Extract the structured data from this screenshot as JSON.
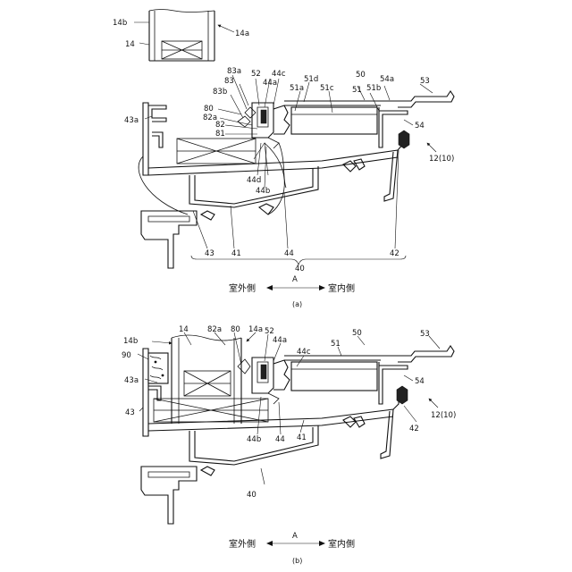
{
  "figure_a": {
    "caption": "(a)",
    "inset_labels": {
      "l14b": "14b",
      "l14": "14",
      "l14a": "14a"
    },
    "labels": {
      "l83a": "83a",
      "l52": "52",
      "l44c": "44c",
      "l83": "83",
      "l44a": "44a",
      "l51d": "51d",
      "l50": "50",
      "l54a": "54a",
      "l53": "53",
      "l51a": "51a",
      "l51c": "51c",
      "l51": "51",
      "l51b": "51b",
      "l83b": "83b",
      "l43a": "43a",
      "l80": "80",
      "l82a": "82a",
      "l82": "82",
      "l81": "81",
      "l54": "54",
      "l12": "12(10)",
      "l44d": "44d",
      "l44b": "44b",
      "l43": "43",
      "l41": "41",
      "l44": "44",
      "l42": "42",
      "l40": "40"
    },
    "direction": {
      "top": "A",
      "left": "室外側",
      "right": "室内側"
    }
  },
  "figure_b": {
    "caption": "(b)",
    "labels": {
      "l14b": "14b",
      "l14": "14",
      "l82a": "82a",
      "l80": "80",
      "l14a": "14a",
      "l52": "52",
      "l44a": "44a",
      "l50": "50",
      "l90": "90",
      "l44c": "44c",
      "l51": "51",
      "l53": "53",
      "l43a": "43a",
      "l54": "54",
      "l43": "43",
      "l12": "12(10)",
      "l44b": "44b",
      "l44": "44",
      "l41": "41",
      "l42": "42",
      "l40": "40"
    },
    "direction": {
      "top": "A",
      "left": "室外側",
      "right": "室内側"
    }
  }
}
